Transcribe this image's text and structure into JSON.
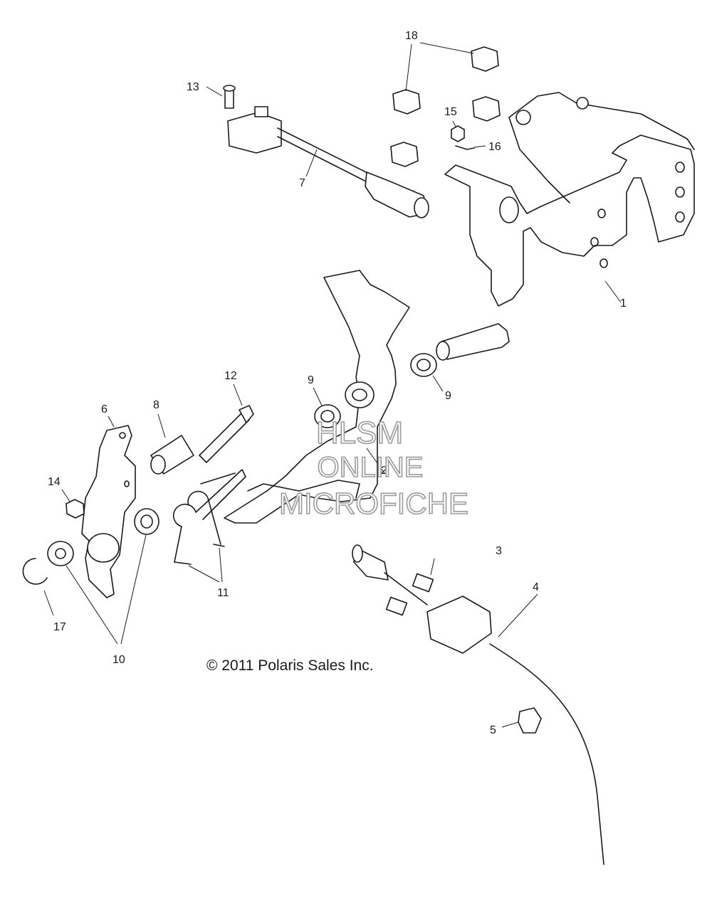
{
  "callouts": [
    "1",
    "2",
    "3",
    "4",
    "5",
    "6",
    "7",
    "8",
    "9",
    "9",
    "10",
    "11",
    "12",
    "13",
    "14",
    "15",
    "16",
    "17",
    "18"
  ],
  "watermark": {
    "line1": "HLSM",
    "line2": "ONLINE",
    "line3": "MICROFICHE"
  },
  "copyright": "© 2011 Polaris Sales Inc."
}
